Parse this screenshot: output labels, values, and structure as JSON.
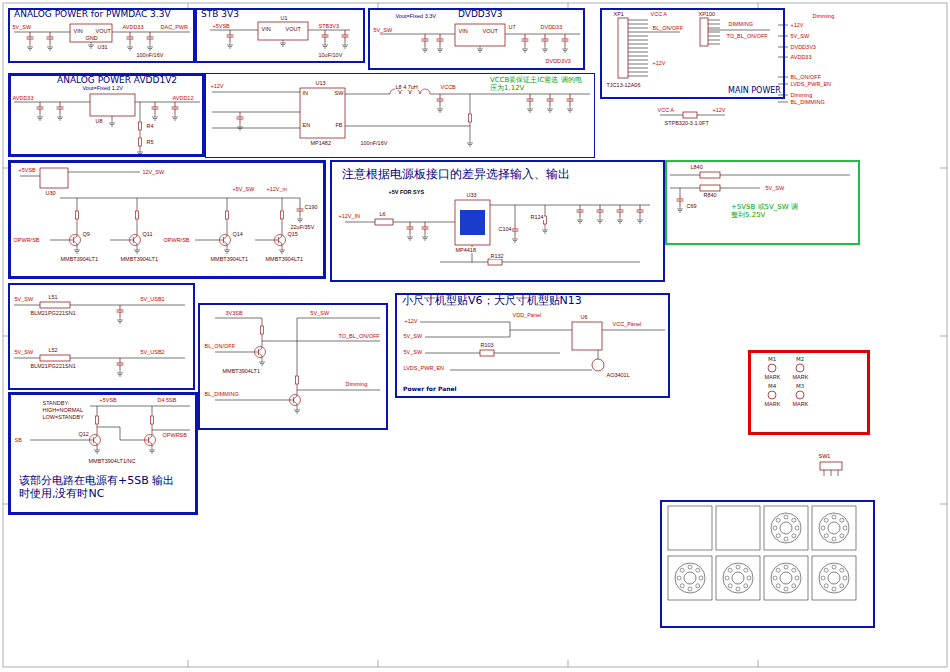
{
  "diagram": {
    "nodes": [
      {
        "text": [
          "ANALOG POWER for PWMDAC 3.3V"
        ]
      },
      {
        "text": [
          "STB 3V3"
        ]
      },
      {
        "text": [
          "DVDD3V3"
        ]
      },
      {
        "text": [
          "MAIN POWER"
        ]
      },
      {
        "text": [
          "ANALOG POWER AVDD1V2"
        ]
      },
      {
        "text": [
          "VCCB要保证主IC需选 调的电压为1.12V"
        ]
      },
      {
        "text": [
          "注意根据电源板接口的差异选择输入、输出"
        ]
      },
      {
        "text": [
          "+5VSB 或5V_SW 调整到5.25V"
        ]
      },
      {
        "text": [
          "小尺寸机型贴V6；大尺寸机型贴N13",
          "Power for Panel"
        ]
      },
      {
        "text": [
          "该部分电路在电源有+5SB 输出时使用,没有时NC"
        ]
      },
      {
        "text": [
          "M1",
          "M2",
          "M4",
          "M3"
        ]
      }
    ],
    "labels": [
      "5V_SW",
      "U31",
      "VIN",
      "VOUT",
      "GND",
      "AVDD33",
      "DAC_PWR",
      "100nF/16V",
      "+5VSB",
      "U1",
      "VIN",
      "VOUT",
      "STB3V3",
      "10uF/10V",
      "Vout=Fixed 3.3V",
      "5V_SW",
      "VIN",
      "VOUT",
      "U7",
      "DVDD33",
      "DVDD3V3",
      "XP1",
      "VCC A",
      "XP100",
      "+12V",
      "BL_ON/OFF",
      "DIMMING",
      "TO_BL_ON/OFF",
      "TJC13-12A06",
      "Dimming",
      "+12V",
      "5V_SW",
      "DVDD3V3",
      "AVDD33",
      "BL_ON/OFF",
      "LVDS_PWR_EN",
      "Dimming",
      "BL_DIMMING",
      "VCC A",
      "+12V",
      "STPB320-3.1.0FT",
      "Vout=Fixed 1.2V",
      "AVDD33",
      "U8",
      "AVDD12",
      "R4",
      "R5",
      "+12V",
      "U13",
      "IN",
      "FB",
      "EN",
      "SW",
      "MP1482",
      "L8 4.7uH",
      "VCCB",
      "100nF/16V",
      "+5VSB",
      "U30",
      "12V_SW",
      "+5V_SW",
      "+12V_in",
      "C190",
      "22uF/35V",
      "OPWR/SB",
      "OPWR/SB",
      "Q9",
      "Q11",
      "Q14",
      "Q15",
      "MMBT3904LT1",
      "MMBT3904LT1",
      "MMBT3904LT1",
      "MMBT3904LT1",
      "+5V FOR SYS",
      "+12V_IN",
      "L6",
      "U33",
      "MP4418",
      "C104",
      "R124",
      "R132",
      "L840",
      "R840",
      "5V_SW",
      "C69",
      "5V_SW",
      "L51",
      "5V_USB1",
      "BLM21PG221SN1",
      "5V_SW",
      "L52",
      "5V_USB2",
      "BLM21PG221SN1",
      "3V3SB",
      "5V_SW",
      "BL_ON/OFF",
      "TO_BL_ON/OFF",
      "BL_DIMMING",
      "Dimming",
      "MMBT3904LT1",
      "+12V",
      "5V_SW",
      "5V_SW",
      "LVDS_PWR_EN",
      "VDD_Panel",
      "U6",
      "VCC_Panel",
      "AO3401L",
      "R103",
      "STANDBY:",
      "HIGH=NORMAL",
      "LOW=STANDBY",
      "+5VSB",
      "D4.5SB",
      "SB",
      "OPWRSB",
      "Q12",
      "MMBT3904LT1/NC",
      "MARK",
      "MARK",
      "MARK",
      "MARK",
      "SW1"
    ]
  }
}
